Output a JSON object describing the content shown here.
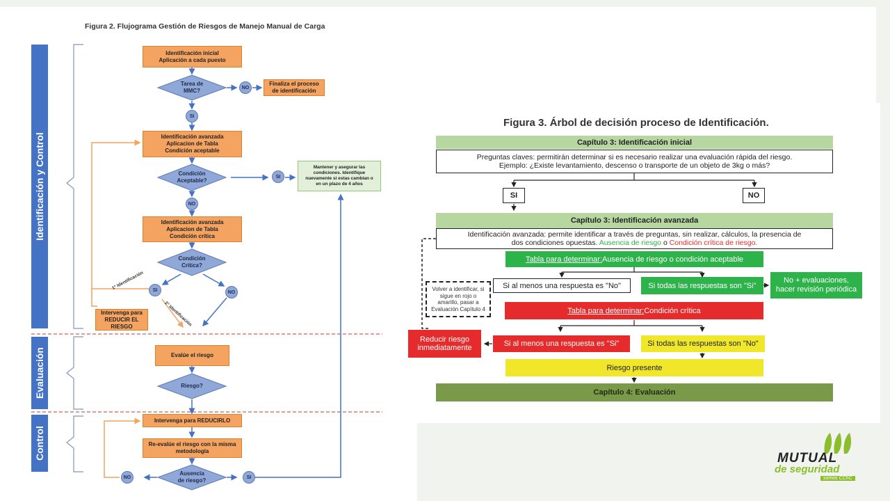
{
  "figure2": {
    "title": "Figura 2. Flujograma Gestión de Riesgos de Manejo Manual de Carga",
    "sidebars": {
      "identificacion_control": "Identificación y Control",
      "evaluacion": "Evaluación",
      "control": "Control"
    },
    "boxes": {
      "identificacion_inicial": "Identificación inicial\nAplicación a cada puesto",
      "finaliza": "Finaliza el proceso\nde identificación",
      "ident_avanzada_1": "Identificación avanzada\nAplicacion de Tabla\nCondición aceptable",
      "mantener": "Mantener y asegurar las\ncondiciones. Identifique\nnuevamente si estas cambian o\nen un plazo de 4 años",
      "ident_avanzada_2": "Identificación avanzada\nAplicacion de Tabla\nCondición crítica",
      "intervenga_reducir": "Intervenga para\nREDUCIR EL\nRIESGO",
      "evalue": "Evalúe el riesgo",
      "intervenga_reducirlo": "Intervenga para REDUCIRLO",
      "reevalue": "Re-evalúe el riesgo con la misma\nmetodología"
    },
    "diamonds": {
      "tarea_mmc": "Tarea de\nMMC?",
      "condicion_aceptable": "Condición\nAceptable?",
      "condicion_critica": "Condición\nCrítica?",
      "riesgo": "Riesgo?",
      "ausencia_riesgo": "Ausencia\nde riesgo?"
    },
    "circles": {
      "no_1": "NO",
      "si_1": "SI",
      "si_2": "SI",
      "no_2": "NO",
      "si_3": "SI",
      "no_3": "NO",
      "no_4": "NO",
      "si_4": "SI"
    },
    "labels": {
      "primera": "1° Identificación",
      "segunda": "2° Identificación"
    }
  },
  "figure3": {
    "title": "Figura 3.  Árbol de decisión proceso de Identificación.",
    "cap3_inicial": "Capítulo 3: Identificación inicial",
    "preguntas_1a": "Preguntas claves:",
    "preguntas_1b": " permitirán determinar si es necesario realizar una evaluación rápida del riesgo.",
    "preguntas_2": "Ejemplo: ¿Existe levantamiento, descenso o transporte de un objeto de 3kg o más?",
    "si": "SI",
    "no": "NO",
    "cap3_avanzada": "Capítulo 3: Identificación avanzada",
    "avanzada_1a": "Identificación avanzada:",
    "avanzada_1b": " permite identificar a través de preguntas, sin realizar, cálculos, la presencia de",
    "avanzada_2a": "dos condiciones opuestas. ",
    "avanzada_2b": "Ausencia de riesgo",
    "avanzada_2c": " o ",
    "avanzada_2d": "Condición crítica de riesgo.",
    "tabla_ausencia_a": "Tabla para determinar:",
    "tabla_ausencia_b": " Ausencia de riesgo o condición aceptable",
    "al_menos_no": "Si al menos una respuesta es \"No\"",
    "todas_si": "Si todas las respuestas son \"Si\"",
    "no_evaluaciones": "No + evaluaciones,\nhacer revisión periódica",
    "volver": "Volver a identificar, si\nsigue en rojo o\namarillo, pasar a\nEvaluación Capítulo 4",
    "tabla_critica_a": "Tabla para determinar:",
    "tabla_critica_b": " Condición crítica",
    "reducir": "Reducir riesgo\ninmediatamente",
    "al_menos_si": "Si al menos una respuesta es \"Si\"",
    "todas_no": "Si todas las respuestas son \"No\"",
    "riesgo_presente": "Riesgo presente",
    "cap4": "Capítulo 4: Evaluación"
  },
  "logo": {
    "line1": "MUTUAL",
    "line2": "de seguridad",
    "line3": "somos CChC"
  },
  "colors": {
    "orange": "#f4a460",
    "blue": "#4472c4",
    "diamond": "#8fa8d8",
    "green_header": "#b7d7a0",
    "dark_green": "#7a9a4a",
    "bright_green": "#2db34a",
    "red": "#e52b2b",
    "yellow": "#f0e62a",
    "logo_green": "#8bbd2c"
  }
}
